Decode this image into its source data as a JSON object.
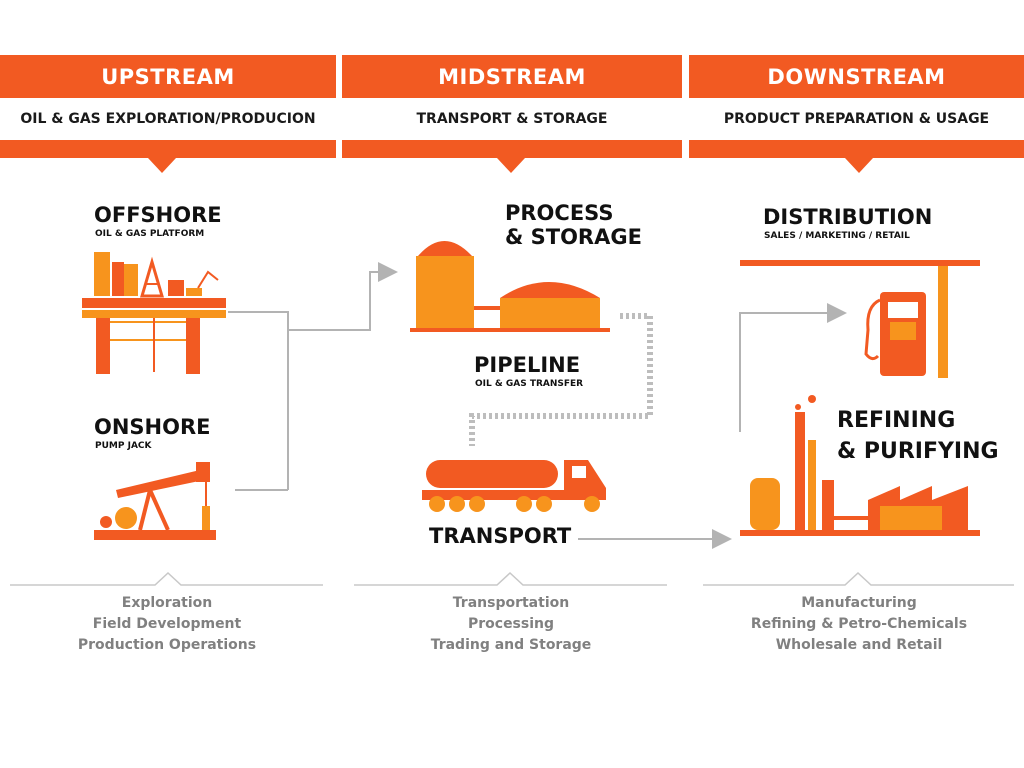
{
  "columns": [
    {
      "id": "upstream",
      "title": "UPSTREAM",
      "subtitle": "OIL & GAS EXPLORATION/PRODUCION",
      "summary": [
        "Exploration",
        "Field Development",
        "Production Operations"
      ]
    },
    {
      "id": "midstream",
      "title": "MIDSTREAM",
      "subtitle": "TRANSPORT & STORAGE",
      "summary": [
        "Transportation",
        "Processing",
        "Trading and Storage"
      ]
    },
    {
      "id": "downstream",
      "title": "DOWNSTREAM",
      "subtitle": "PRODUCT PREPARATION & USAGE",
      "summary": [
        "Manufacturing",
        "Refining & Petro-Chemicals",
        "Wholesale and Retail"
      ]
    }
  ],
  "stages": {
    "offshore": {
      "title": "OFFSHORE",
      "subtitle": "OIL & GAS PLATFORM"
    },
    "onshore": {
      "title": "ONSHORE",
      "subtitle": "PUMP JACK"
    },
    "process_storage": {
      "title_line1": "PROCESS",
      "title_line2": "& STORAGE"
    },
    "pipeline": {
      "title": "PIPELINE",
      "subtitle": "OIL & GAS TRANSFER"
    },
    "transport": {
      "title": "TRANSPORT"
    },
    "distribution": {
      "title": "DISTRIBUTION",
      "subtitle": "SALES / MARKETING / RETAIL"
    },
    "refining": {
      "title_line1": "REFINING",
      "title_line2": "& PURIFYING"
    }
  },
  "colors": {
    "accent": "#f25a22",
    "accent_light": "#f7941d",
    "text": "#111111",
    "muted": "#808080",
    "connector": "#b3b3b3"
  }
}
